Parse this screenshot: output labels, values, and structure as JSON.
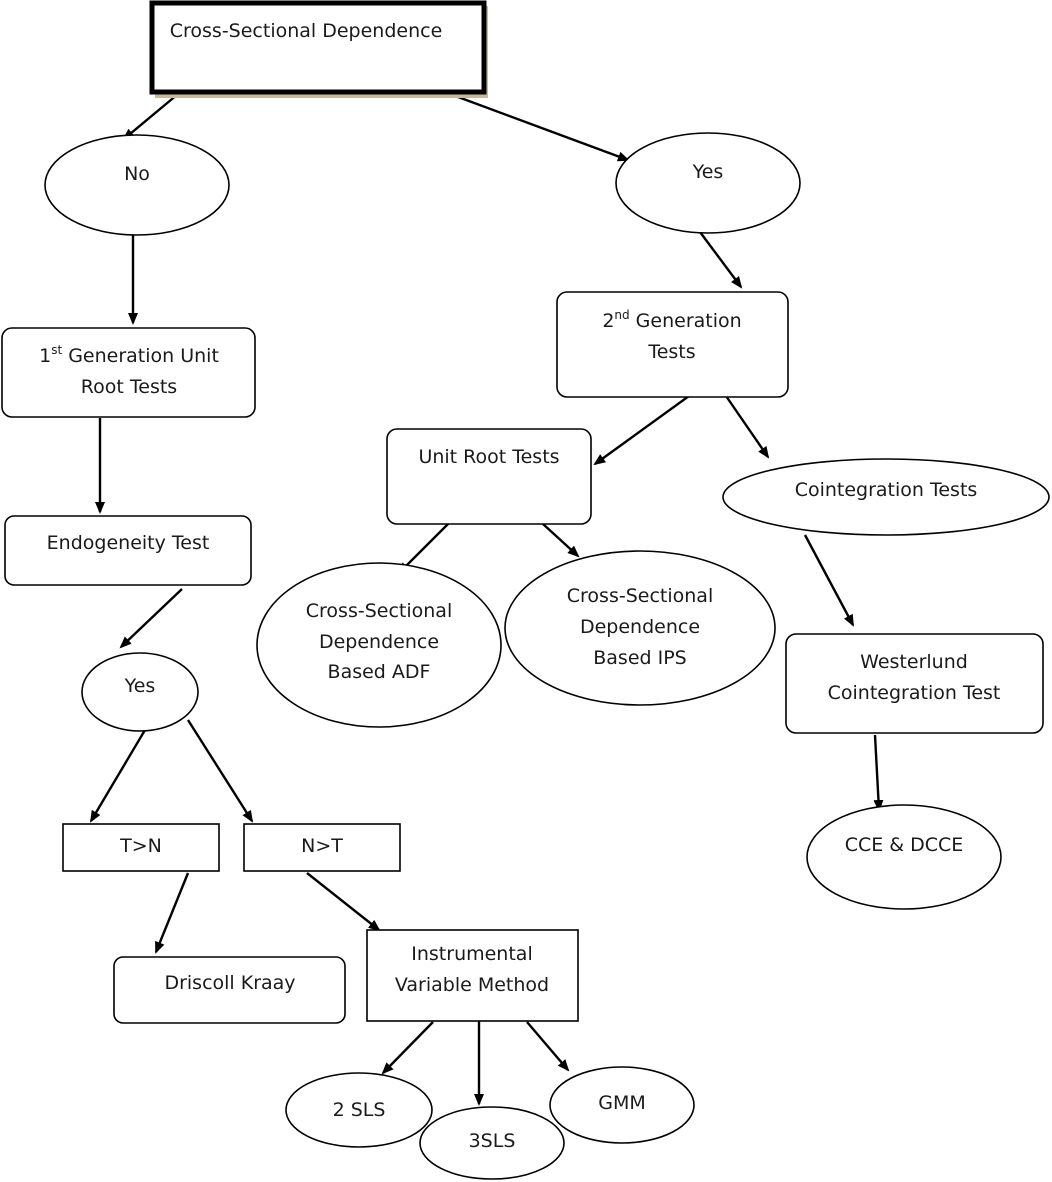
{
  "nodes": {
    "csd": "Cross-Sectional Dependence",
    "no": "No",
    "yes_top": "Yes",
    "gen1": {
      "pre": "1",
      "sup": "st",
      "post": " Generation Unit",
      "line2": "Root Tests"
    },
    "gen2": {
      "pre": "2",
      "sup": "nd",
      "post": " Generation",
      "line2": "Tests"
    },
    "endo": "Endogeneity Test",
    "yes_endo": "Yes",
    "unit_root": "Unit Root Tests",
    "coint": "Cointegration Tests",
    "adf": [
      "Cross-Sectional",
      "Dependence",
      "Based ADF"
    ],
    "ips": [
      "Cross-Sectional",
      "Dependence",
      "Based IPS"
    ],
    "westerlund": [
      "Westerlund",
      "Cointegration Test"
    ],
    "t_gt_n": "T>N",
    "n_gt_t": "N>T",
    "driscoll": "Driscoll Kraay",
    "iv": [
      "Instrumental",
      "Variable Method"
    ],
    "cce": "CCE & DCCE",
    "sls2": "2 SLS",
    "sls3": "3SLS",
    "gmm": "GMM"
  },
  "colors": {
    "stroke": "#000000",
    "shadow": "#c8b99a",
    "text": "#1a1a1a"
  }
}
